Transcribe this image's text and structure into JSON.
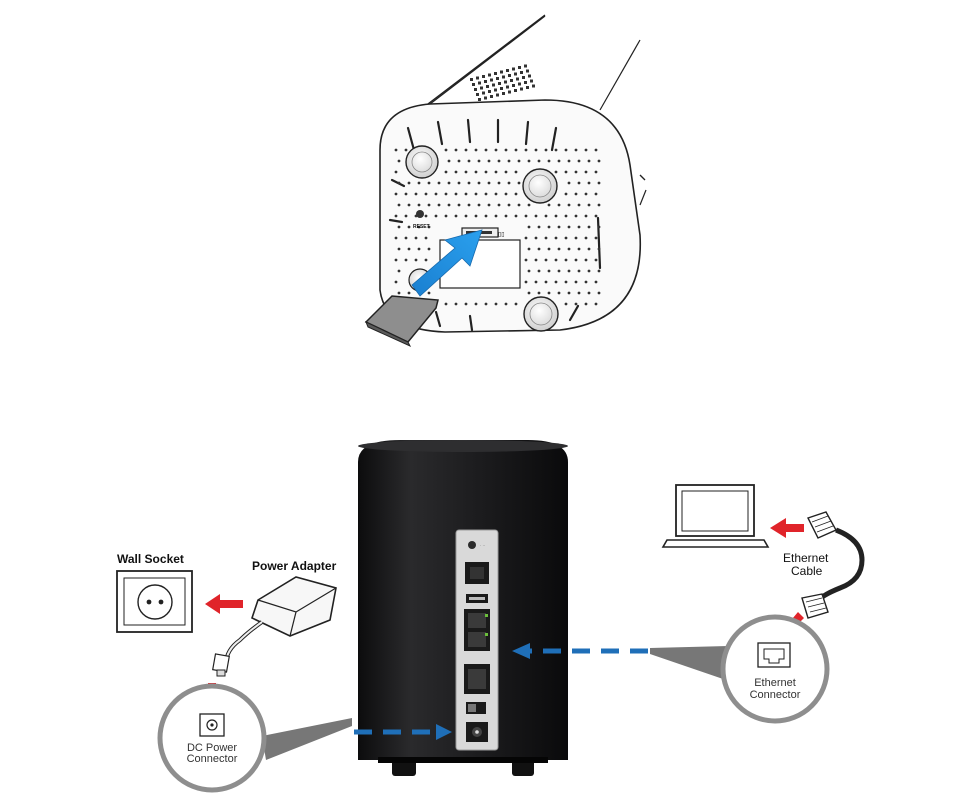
{
  "labels": {
    "wall_socket": "Wall Socket",
    "power_adapter": "Power Adapter",
    "ethernet_cable_line1": "Ethernet",
    "ethernet_cable_line2": "Cable",
    "ethernet_connector_line1": "Ethernet",
    "ethernet_connector_line2": "Connector",
    "dc_power_line1": "DC Power",
    "dc_power_line2": "Connector",
    "reset_label": "RESET"
  },
  "colors": {
    "arrow_red": "#e0242a",
    "arrow_blue_dashed": "#1f6fb8",
    "sd_insert_arrow": "#1e88d6",
    "device_body": "#1d1d1f",
    "panel": "#d9d9d9",
    "outline": "#222222"
  },
  "icons": [
    "sd-card-icon",
    "laptop-icon",
    "wall-socket-icon",
    "power-adapter-icon",
    "ethernet-plug-icon",
    "dc-power-jack-icon",
    "ethernet-port-icon"
  ]
}
